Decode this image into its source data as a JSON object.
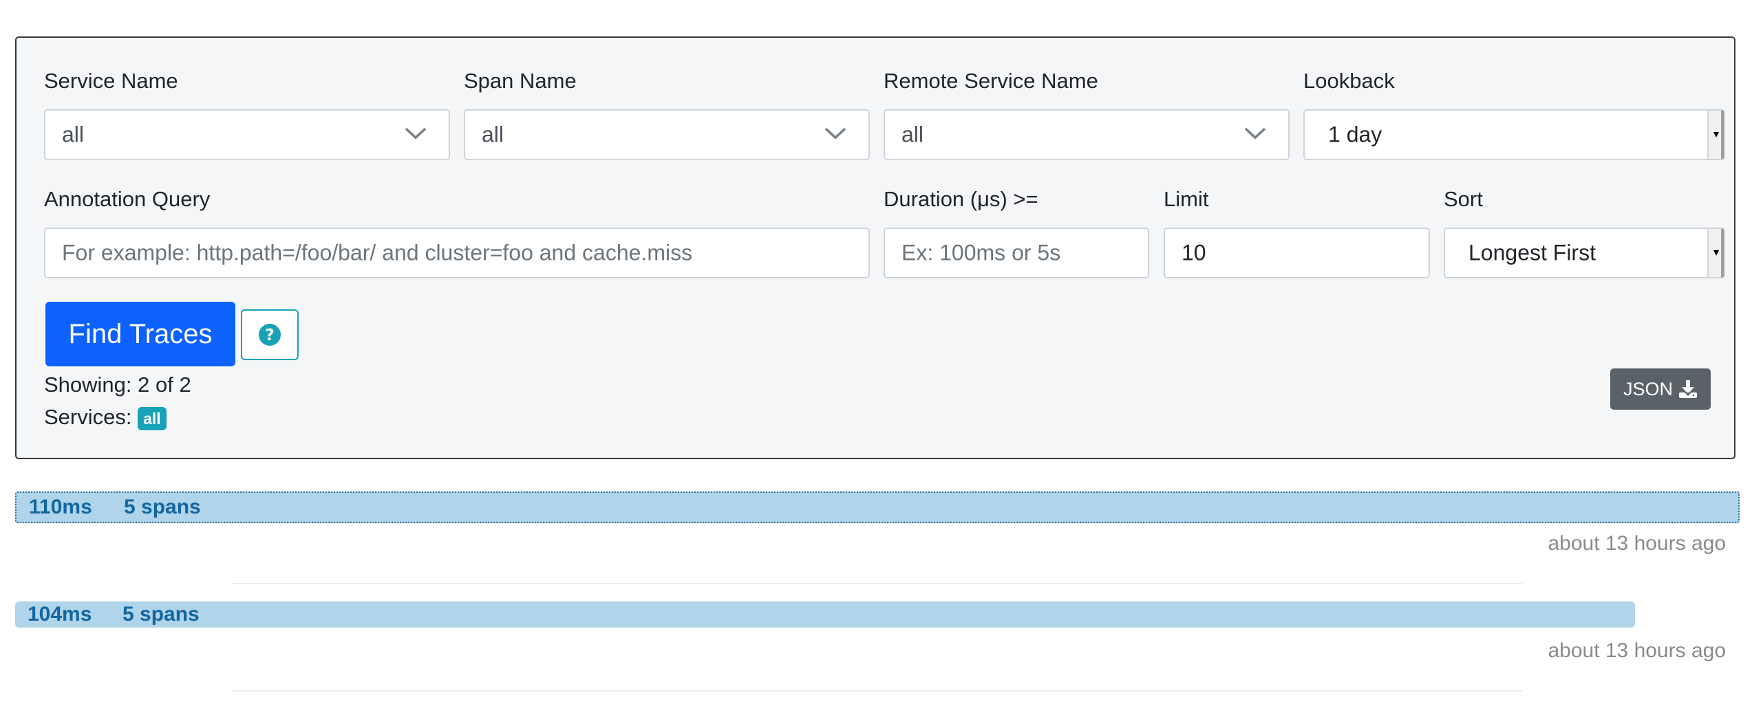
{
  "search": {
    "service_name": {
      "label": "Service Name",
      "value": "all"
    },
    "span_name": {
      "label": "Span Name",
      "value": "all"
    },
    "remote_service_name": {
      "label": "Remote Service Name",
      "value": "all"
    },
    "lookback": {
      "label": "Lookback",
      "value": "1 day"
    },
    "annotation_query": {
      "label": "Annotation Query",
      "value": "",
      "placeholder": "For example: http.path=/foo/bar/ and cluster=foo and cache.miss"
    },
    "duration": {
      "label": "Duration (μs) >=",
      "value": "",
      "placeholder": "Ex: 100ms or 5s"
    },
    "limit": {
      "label": "Limit",
      "value": "10"
    },
    "sort": {
      "label": "Sort",
      "value": "Longest First"
    },
    "find_button": "Find Traces",
    "help_icon": "question-circle-icon"
  },
  "results": {
    "showing_label": "Showing: 2 of 2",
    "services_label": "Services:",
    "services_badge": "all",
    "json_button": "JSON",
    "json_icon": "download-icon"
  },
  "traces": [
    {
      "duration": "110ms",
      "spans": "5 spans",
      "time": "about 13 hours ago",
      "relative_width": 1.0
    },
    {
      "duration": "104ms",
      "spans": "5 spans",
      "time": "about 13 hours ago",
      "relative_width": 0.94
    }
  ],
  "colors": {
    "primary": "#0d61fd",
    "info": "#17a2b8",
    "secondary": "#5a6268",
    "trace_bar": "#b0d4ea",
    "trace_text": "#1266a0"
  }
}
